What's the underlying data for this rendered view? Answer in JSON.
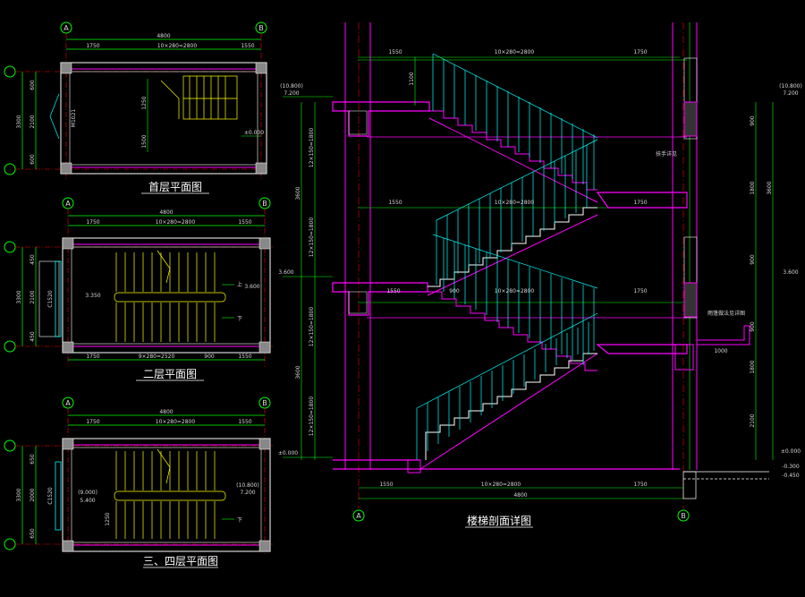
{
  "plans": {
    "first": {
      "title": "首层平面图",
      "axis_a": "A",
      "axis_b": "B",
      "top_total": "4800",
      "top_segs": [
        "1750",
        "10×280=2800",
        "1550"
      ],
      "left_total": "3300",
      "left_segs": [
        "600",
        "2100",
        "600"
      ],
      "right_note": "±0.000",
      "door_label": "M1021",
      "stair_dim1": "1250",
      "stair_dim2": "1500"
    },
    "second": {
      "title": "二层平面图",
      "axis_a": "A",
      "axis_b": "B",
      "top_total": "4800",
      "top_segs": [
        "1750",
        "10×280=2800",
        "1550"
      ],
      "bottom_segs": [
        "1750",
        "9×280=2520",
        "900",
        "1550"
      ],
      "left_total": "3300",
      "left_segs": [
        "450",
        "2100",
        "450"
      ],
      "window_label": "C1520",
      "up_label": "上",
      "down_label": "下",
      "level_a": "3.350",
      "level_b": "3.600"
    },
    "third": {
      "title": "三、四层平面图",
      "axis_a": "A",
      "axis_b": "B",
      "top_total": "4800",
      "top_segs": [
        "1750",
        "10×280=2800",
        "1550"
      ],
      "left_total": "3300",
      "left_segs": [
        "650",
        "2000",
        "650"
      ],
      "window_label": "C1520",
      "level_a": "(10.800)",
      "level_a2": "7.200",
      "level_b": "(9.000)",
      "level_b2": "5.400",
      "down_label": "下",
      "stair_dim": "1250"
    }
  },
  "section": {
    "title": "楼梯剖面详图",
    "axis_a": "A",
    "axis_b": "B",
    "bottom_total": "4800",
    "bottom_segs": [
      "1550",
      "10×280=2800",
      "1750"
    ],
    "flight_dims_top": [
      "1550",
      "10×280=2800",
      "1750"
    ],
    "flight_dims_mid": [
      "1550",
      "10×280=2800",
      "1750"
    ],
    "flight_dims_low": [
      "1550",
      "900",
      "10×280=2800",
      "1750"
    ],
    "level_left_top": "(10.800)",
    "level_left_top2": "7.200",
    "level_left_mid": "3.600",
    "level_left_bot": "±0.000",
    "left_heights": [
      "12×150=1800",
      "12×150=1800",
      "12×150=1800",
      "12×150=1800"
    ],
    "left_total_top": "3600",
    "left_total_bot": "3600",
    "right_levels": [
      "(10.800)",
      "7.200",
      "3.600",
      "±0.000",
      "-0.300",
      "-0.450"
    ],
    "right_heights": [
      "900",
      "1800",
      "900",
      "3600",
      "900",
      "1800",
      "2100"
    ],
    "rail_note": "扶手详见",
    "canopy_note": "雨篷做法见详图",
    "canopy_dim": "1000",
    "handrail_height": "1100"
  }
}
